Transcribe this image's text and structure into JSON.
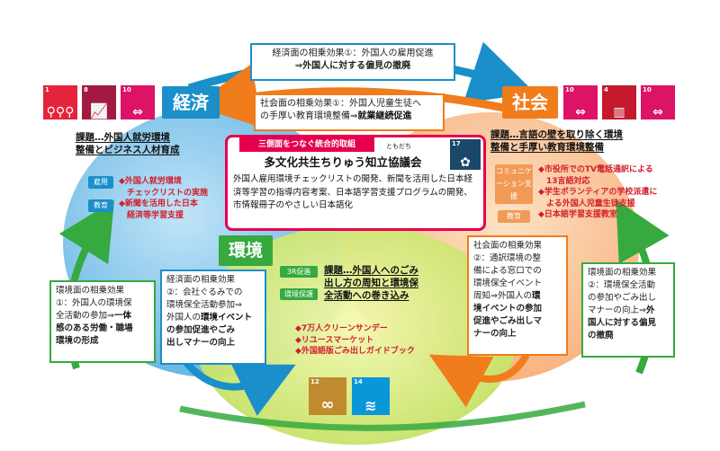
{
  "pillars": {
    "economy": "経済",
    "society": "社会",
    "environment": "環境"
  },
  "sdg_icons": [
    {
      "num": "1",
      "label": "貧困をなくそう",
      "icon": "people-icon",
      "color": "#e5243b"
    },
    {
      "num": "8",
      "label": "働きがいも経済成長も",
      "icon": "growth-chart-icon",
      "color": "#a21942"
    },
    {
      "num": "10",
      "label": "人や国の不平等をなくそう",
      "icon": "equality-icon",
      "color": "#dd1367"
    },
    {
      "num": "10",
      "label": "人や国の不平等をなくそう",
      "icon": "equality-icon",
      "color": "#dd1367"
    },
    {
      "num": "4",
      "label": "質の高い教育をみんなに",
      "icon": "book-icon",
      "color": "#c5192d"
    },
    {
      "num": "10",
      "label": "人や国の不平等をなくそう",
      "icon": "equality-icon",
      "color": "#dd1367"
    },
    {
      "num": "12",
      "label": "つくる責任 つかう責任",
      "icon": "infinity-icon",
      "color": "#bf8b2e"
    },
    {
      "num": "14",
      "label": "海の豊かさを守ろう",
      "icon": "fish-icon",
      "color": "#0a97d9"
    },
    {
      "num": "17",
      "label": "パートナーシップで目標を達成しよう",
      "icon": "partnership-icon",
      "color": "#19486a"
    }
  ],
  "top_synergy": {
    "line1": "経済面の相乗効果①：外国人の雇用促進",
    "line2": "⇒外国人に対する偏見の撤廃"
  },
  "social_synergy": {
    "line1": "社会面の相乗効果①：外国人児童生徒へ",
    "line2": "の手厚い教育環境整備⇒",
    "bold": "就業継続促進"
  },
  "center": {
    "banner": "三側面をつなぐ統合的取組",
    "ruby": "ともだち",
    "title": "多文化共生ちりゅう知立協議会",
    "desc": "外国人雇用環境チェックリストの開発、新聞を活用した日本経済等学習の指導内容考案、日本語学習支援プログラムの開発、市情報冊子のやさしい日本語化"
  },
  "economy": {
    "theme_line1": "課題…外国人就労環境",
    "theme_line2": "整備とビジネス人材育成",
    "tags": [
      "雇用",
      "教育"
    ],
    "actions": [
      "◆外国人就労環境",
      "　チェックリストの実施",
      "◆新聞を活用した日本",
      "　経済等学習支援"
    ]
  },
  "society": {
    "theme_line1": "課題…言語の壁を取り除く環境",
    "theme_line2": "整備と手厚い教育環境整備",
    "tags": [
      "コミュニケーション支援",
      "教育"
    ],
    "actions": [
      "◆市役所でのTV電話通訳による",
      "　13言語対応",
      "◆学生ボランティアの学校派遣に",
      "　よる外国人児童生徒支援",
      "◆日本語学習支援教室"
    ]
  },
  "environment": {
    "theme_line1": "課題…外国人へのごみ",
    "theme_line2": "出し方の周知と環境保",
    "theme_line3": "全活動への巻き込み",
    "tags": [
      "3R促進",
      "環境保護"
    ],
    "actions": [
      "◆7万人クリーンサンデー",
      "◆リユースマーケット",
      "◆外国語版ごみ出しガイドブック"
    ]
  },
  "env_synergy_left": {
    "lines": [
      "環境面の相乗効果",
      "①：外国人の環境保",
      "全活動の参加⇒"
    ],
    "bold": [
      "一体",
      "感のある労働・職場",
      "環境の形成"
    ]
  },
  "econ_synergy_2": {
    "lines": [
      "経済面の相乗効果",
      "②：会社ぐるみでの",
      "環境保全活動参加⇒",
      "外国人の"
    ],
    "bold": [
      "環境イベント",
      "の参加促進やごみ",
      "出しマナーの向上"
    ]
  },
  "social_synergy_2": {
    "lines": [
      "社会面の相乗効果",
      "②：通訳環境の整",
      "備による窓口での",
      "環境保全イベント",
      "周知⇒外国人の"
    ],
    "bold": [
      "環",
      "境イベントの参加",
      "促進やごみ出しマ",
      "ナーの向上"
    ]
  },
  "env_synergy_right": {
    "lines": [
      "環境面の相乗効果",
      "②：環境保全活動",
      "の参加やごみ出し",
      "マナーの向上⇒"
    ],
    "bold": [
      "外",
      "国人に対する偏見",
      "の撤廃"
    ]
  },
  "colors": {
    "economy": "#1a8fc9",
    "society": "#f07c1c",
    "environment": "#36a93f",
    "center_border": "#e5004f",
    "action_red": "#d21e2d"
  }
}
